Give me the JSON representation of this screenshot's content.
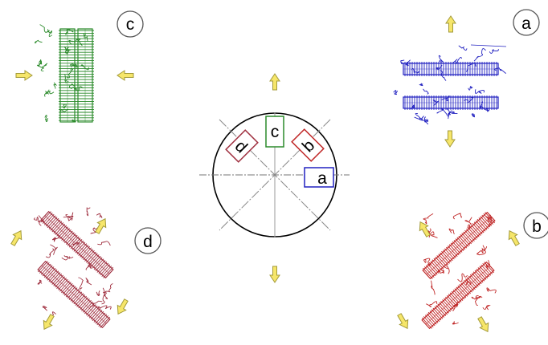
{
  "labels": {
    "a": "a",
    "b": "b",
    "c": "c",
    "d": "d"
  },
  "colors": {
    "a": "#2020c0",
    "b": "#c02828",
    "c": "#2a8a2a",
    "d": "#a03040",
    "arrow_fill": "#f6e66a",
    "arrow_stroke": "#a39a3a",
    "guide": "#9a9a9a"
  },
  "icons": [
    "up-arrow-icon",
    "down-arrow-icon",
    "compress-arrow-icon",
    "shear-arrow-icon"
  ]
}
